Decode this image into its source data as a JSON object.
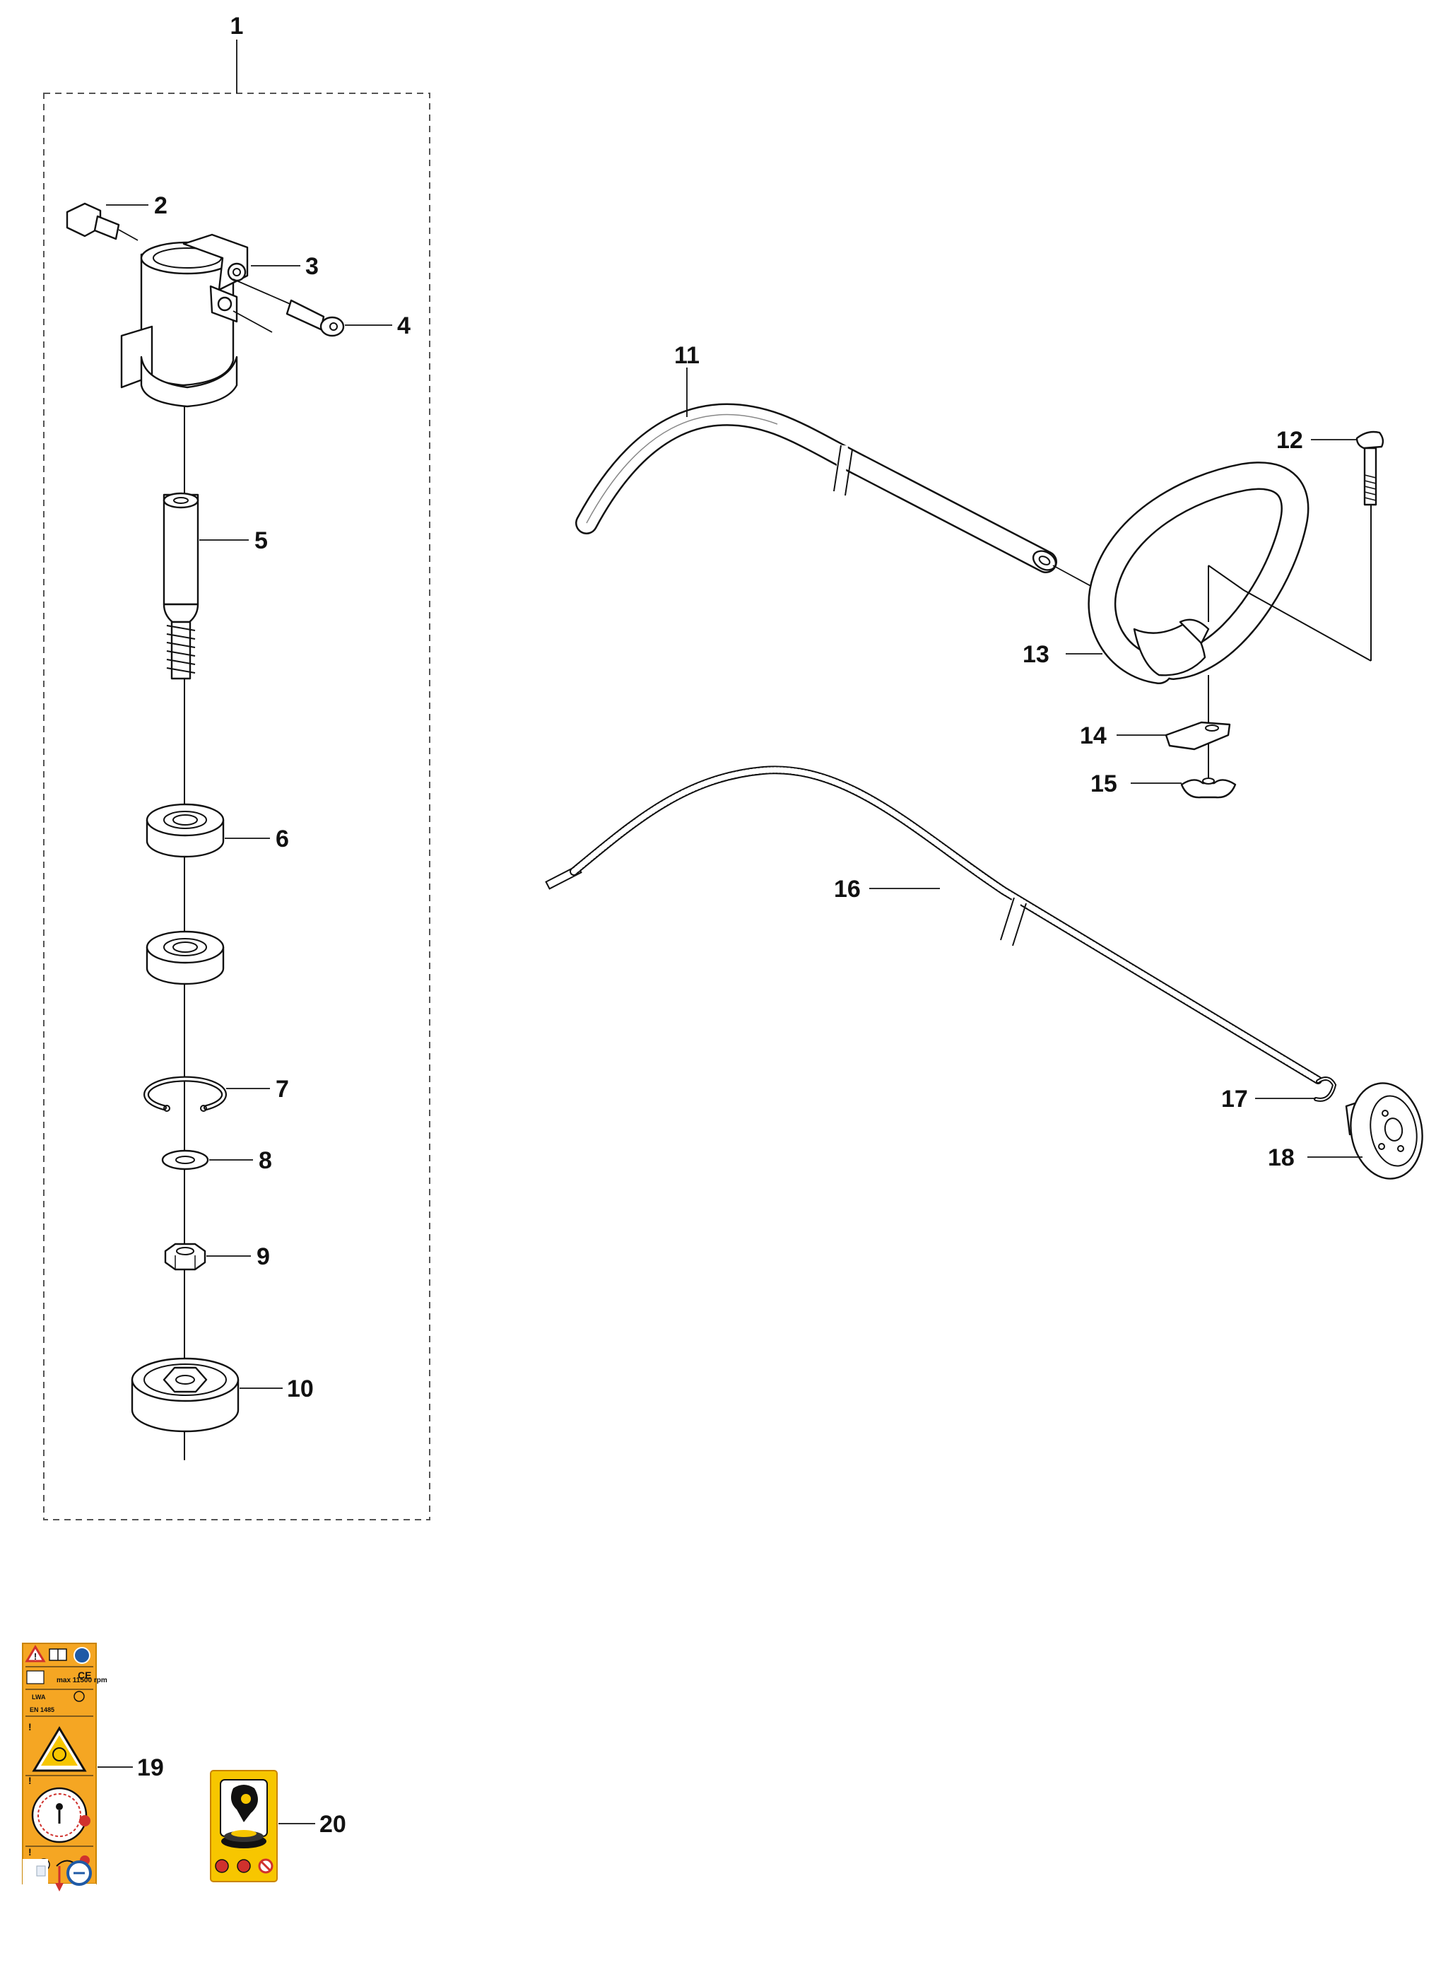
{
  "callouts": [
    {
      "id": "1",
      "text": "1"
    },
    {
      "id": "2",
      "text": "2"
    },
    {
      "id": "3",
      "text": "3"
    },
    {
      "id": "4",
      "text": "4"
    },
    {
      "id": "5",
      "text": "5"
    },
    {
      "id": "6",
      "text": "6"
    },
    {
      "id": "7",
      "text": "7"
    },
    {
      "id": "8",
      "text": "8"
    },
    {
      "id": "9",
      "text": "9"
    },
    {
      "id": "10",
      "text": "10"
    },
    {
      "id": "11",
      "text": "11"
    },
    {
      "id": "12",
      "text": "12"
    },
    {
      "id": "13",
      "text": "13"
    },
    {
      "id": "14",
      "text": "14"
    },
    {
      "id": "15",
      "text": "15"
    },
    {
      "id": "16",
      "text": "16"
    },
    {
      "id": "17",
      "text": "17"
    },
    {
      "id": "18",
      "text": "18"
    },
    {
      "id": "19",
      "text": "19"
    },
    {
      "id": "20",
      "text": "20"
    }
  ],
  "decal_19": {
    "rpm_text": "max 11500 rpm",
    "ce_mark": "CE",
    "noise_text": "LWA",
    "code_text": "EN 1485"
  },
  "colors": {
    "line": "#111111",
    "decal_orange": "#f5a623",
    "decal_yellow": "#f7c600",
    "decal_red": "#d0312d"
  }
}
